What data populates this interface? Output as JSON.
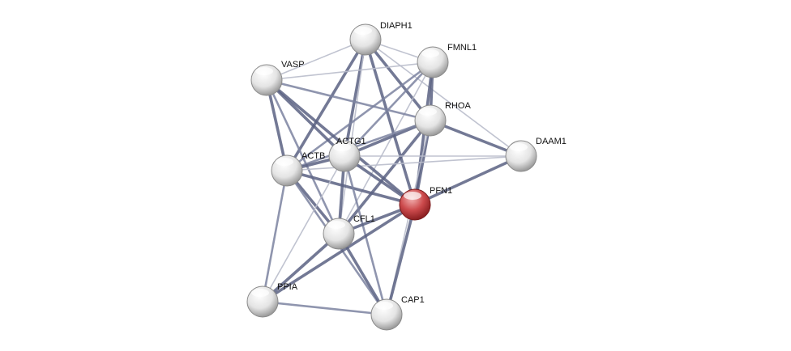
{
  "network": {
    "nodes": [
      {
        "id": "DIAPH1",
        "label": "DIAPH1",
        "highlight": false,
        "color": "#e8e8e8"
      },
      {
        "id": "FMNL1",
        "label": "FMNL1",
        "highlight": false,
        "color": "#e8e8e8"
      },
      {
        "id": "VASP",
        "label": "VASP",
        "highlight": false,
        "color": "#e8e8e8"
      },
      {
        "id": "RHOA",
        "label": "RHOA",
        "highlight": false,
        "color": "#e8e8e8"
      },
      {
        "id": "DAAM1",
        "label": "DAAM1",
        "highlight": false,
        "color": "#e8e8e8"
      },
      {
        "id": "ACTB",
        "label": "ACTB",
        "highlight": false,
        "color": "#e8e8e8"
      },
      {
        "id": "ACTG1",
        "label": "ACTG1",
        "highlight": false,
        "color": "#e8e8e8"
      },
      {
        "id": "PFN1",
        "label": "PFN1",
        "highlight": true,
        "color": "#c0393c"
      },
      {
        "id": "CFL1",
        "label": "CFL1",
        "highlight": false,
        "color": "#e8e8e8"
      },
      {
        "id": "PPIA",
        "label": "PPIA",
        "highlight": false,
        "color": "#e8e8e8"
      },
      {
        "id": "CAP1",
        "label": "CAP1",
        "highlight": false,
        "color": "#e8e8e8"
      }
    ],
    "edges": [
      [
        "DIAPH1",
        "VASP",
        1
      ],
      [
        "DIAPH1",
        "FMNL1",
        1
      ],
      [
        "DIAPH1",
        "RHOA",
        3
      ],
      [
        "DIAPH1",
        "PFN1",
        3
      ],
      [
        "DIAPH1",
        "ACTB",
        3
      ],
      [
        "DIAPH1",
        "ACTG1",
        3
      ],
      [
        "DIAPH1",
        "DAAM1",
        1
      ],
      [
        "DIAPH1",
        "CFL1",
        1
      ],
      [
        "FMNL1",
        "VASP",
        1
      ],
      [
        "FMNL1",
        "RHOA",
        3
      ],
      [
        "FMNL1",
        "PFN1",
        3
      ],
      [
        "FMNL1",
        "ACTB",
        2
      ],
      [
        "FMNL1",
        "ACTG1",
        2
      ],
      [
        "FMNL1",
        "CFL1",
        1
      ],
      [
        "VASP",
        "RHOA",
        2
      ],
      [
        "VASP",
        "ACTB",
        3
      ],
      [
        "VASP",
        "ACTG1",
        3
      ],
      [
        "VASP",
        "PFN1",
        3
      ],
      [
        "VASP",
        "CFL1",
        2
      ],
      [
        "RHOA",
        "DAAM1",
        3
      ],
      [
        "RHOA",
        "ACTG1",
        3
      ],
      [
        "RHOA",
        "ACTB",
        2
      ],
      [
        "RHOA",
        "PFN1",
        3
      ],
      [
        "RHOA",
        "CFL1",
        3
      ],
      [
        "RHOA",
        "CAP1",
        1
      ],
      [
        "DAAM1",
        "PFN1",
        3
      ],
      [
        "DAAM1",
        "ACTB",
        1
      ],
      [
        "DAAM1",
        "ACTG1",
        1
      ],
      [
        "ACTB",
        "ACTG1",
        3
      ],
      [
        "ACTB",
        "PFN1",
        3
      ],
      [
        "ACTB",
        "CFL1",
        3
      ],
      [
        "ACTB",
        "PPIA",
        2
      ],
      [
        "ACTB",
        "CAP1",
        2
      ],
      [
        "ACTG1",
        "PFN1",
        3
      ],
      [
        "ACTG1",
        "CFL1",
        3
      ],
      [
        "ACTG1",
        "CAP1",
        2
      ],
      [
        "ACTG1",
        "PPIA",
        1
      ],
      [
        "PFN1",
        "CFL1",
        3
      ],
      [
        "PFN1",
        "PPIA",
        3
      ],
      [
        "PFN1",
        "CAP1",
        3
      ],
      [
        "CFL1",
        "PPIA",
        3
      ],
      [
        "CFL1",
        "CAP1",
        3
      ],
      [
        "PPIA",
        "CAP1",
        2
      ]
    ],
    "edge_colors": {
      "strong": "#5a6282",
      "medium": "#7b82a0",
      "weak": "#b9bccb"
    }
  }
}
